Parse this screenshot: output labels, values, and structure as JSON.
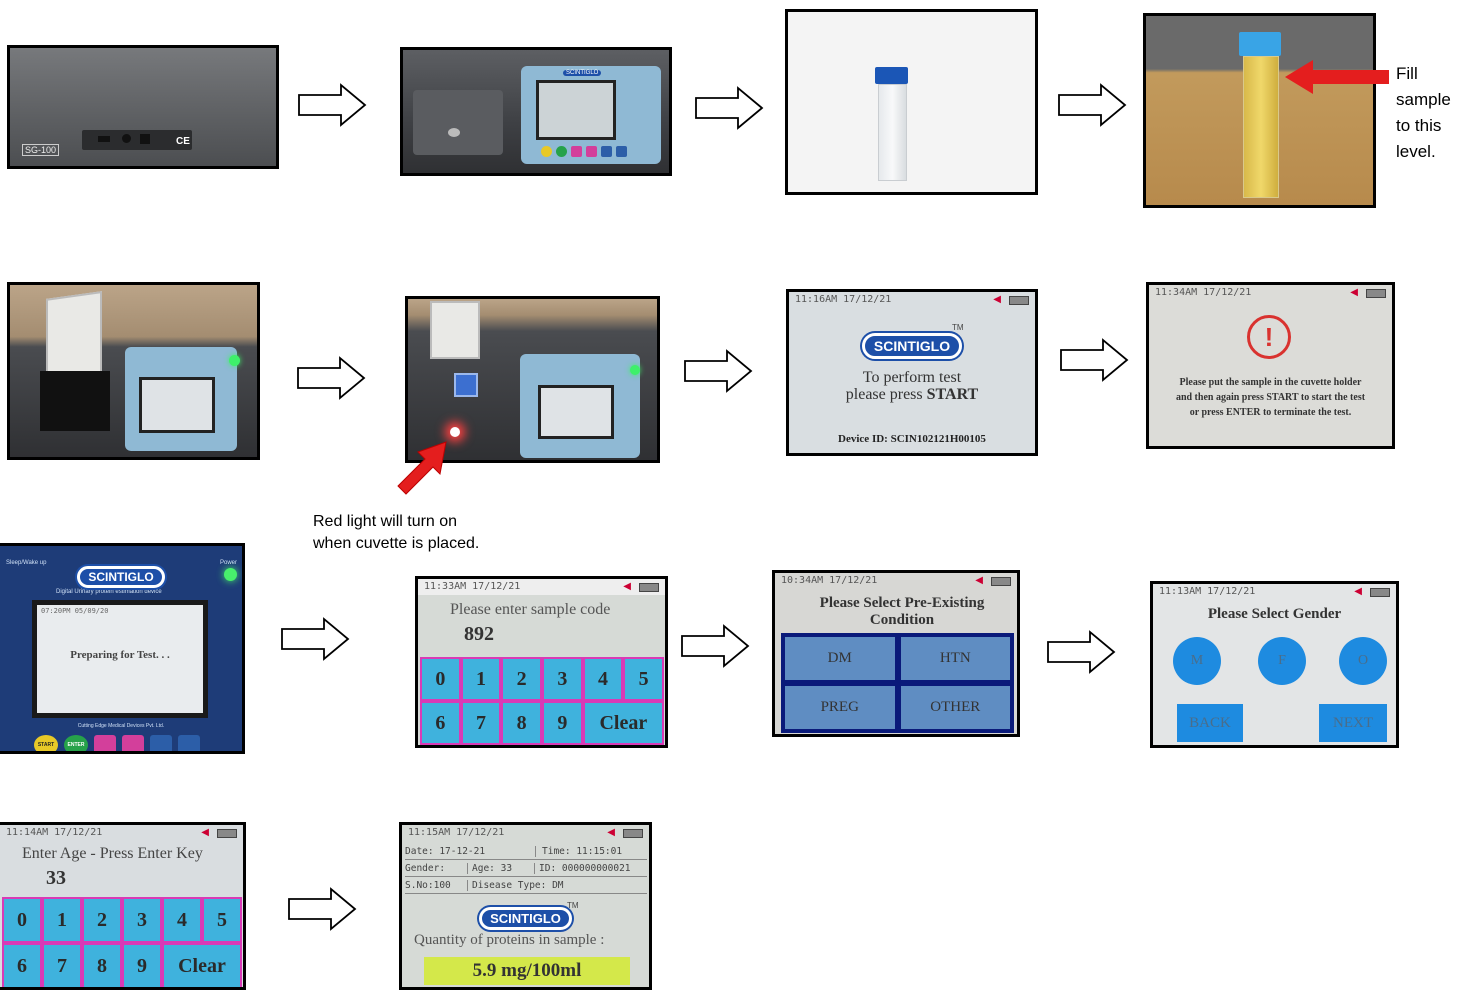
{
  "notes": {
    "fill_level": "Fill\nsample\nto this\nlevel.",
    "red_light": "Red light will turn on\nwhen cuvette is placed."
  },
  "device": {
    "model": "SG-100",
    "brand": "SCINTIGLO",
    "tm": "TM",
    "ce": "CE",
    "power_label": "Power",
    "sleep_label": "Sleep/Wake up",
    "tagline": "Digital Urinary protein estimation device",
    "maker": "Cutting Edge Medical Devices Pvt. Ltd.",
    "start_key": "START",
    "enter_key": "ENTER"
  },
  "screen_start": {
    "status": "11:16AM 17/12/21",
    "line1": "To perform test",
    "line2_prefix": "please press ",
    "line2_key": "START",
    "device_id": "Device ID: SCIN102121H00105"
  },
  "screen_place": {
    "status": "11:34AM 17/12/21",
    "icon": "!",
    "text": "Please put the sample in the cuvette holder and then again press START to start the test or press ENTER to terminate the test."
  },
  "screen_preparing": {
    "status": "07:20PM 05/09/20",
    "text": "Preparing for Test. . ."
  },
  "screen_code": {
    "status": "11:33AM 17/12/21",
    "prompt": "Please enter sample code",
    "value": "892",
    "keys": [
      "0",
      "1",
      "2",
      "3",
      "4",
      "5",
      "6",
      "7",
      "8",
      "9",
      "Clear"
    ]
  },
  "screen_condition": {
    "status": "10:34AM 17/12/21",
    "title": "Please Select Pre-Existing Condition",
    "options": [
      "DM",
      "HTN",
      "PREG",
      "OTHER"
    ]
  },
  "screen_gender": {
    "status": "11:13AM 17/12/21",
    "title": "Please Select Gender",
    "options": [
      "M",
      "F",
      "O"
    ],
    "back": "BACK",
    "next": "NEXT"
  },
  "screen_age": {
    "status": "11:14AM 17/12/21",
    "prompt": "Enter Age - Press Enter Key",
    "value": "33",
    "keys": [
      "0",
      "1",
      "2",
      "3",
      "4",
      "5",
      "6",
      "7",
      "8",
      "9",
      "Clear"
    ]
  },
  "screen_result": {
    "status": "11:15AM 17/12/21",
    "date": "Date: 17-12-21",
    "time": "Time: 11:15:01",
    "gender": "Gender:",
    "age": "Age: 33",
    "id": "ID: 000000000021",
    "sno": "S.No:100",
    "disease": "Disease Type: DM",
    "label": "Quantity of proteins in sample :",
    "value": "5.9 mg/100ml"
  },
  "colors": {
    "arrow_red": "#e41e1e",
    "lcd_bg": "#d8dde0",
    "key_blue": "#3fb2dd",
    "key_border": "#d93ab6",
    "cond_bg": "#0a1a7a",
    "result_box": "#d4e84a"
  }
}
